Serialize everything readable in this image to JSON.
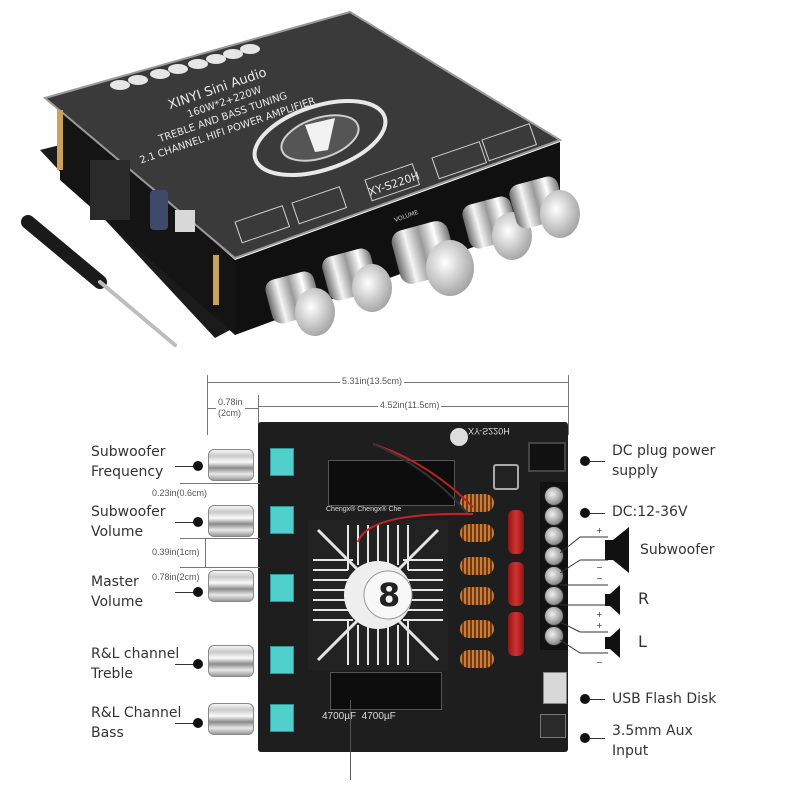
{
  "product": {
    "brand_line": "XINYI Sini Audio",
    "power_line": "160W*2+220W",
    "tuning_line": "TREBLE AND BASS TUNING",
    "channel_line": "2.1 CHANNEL HIFI POWER AMPLIFIER",
    "model": "XY-S220H",
    "knob_label_volume": "VOLUME"
  },
  "dimensions": {
    "overall_width": "5.31in(13.5cm)",
    "board_width": "4.52in(11.5cm)",
    "knob_length": "0.78in\n(2cm)",
    "knob_gap": "0.23in(0.6cm)",
    "knob_spacing": "0.39in(1cm)",
    "knob_length_2": "0.78in(2cm)"
  },
  "left_labels": [
    {
      "line1": "Subwoofer",
      "line2": "Frequency"
    },
    {
      "line1": "Subwoofer",
      "line2": "Volume"
    },
    {
      "line1": "Master",
      "line2": "Volume"
    },
    {
      "line1": "R&L channel",
      "line2": "Treble"
    },
    {
      "line1": "R&L Channel",
      "line2": "Bass"
    }
  ],
  "right_labels": {
    "dc_plug_line1": "DC plug power",
    "dc_plug_line2": "supply",
    "dc_voltage": "DC:12-36V",
    "subwoofer": "Subwoofer",
    "right": "R",
    "left": "L",
    "usb": "USB Flash Disk",
    "aux_line1": "3.5mm Aux",
    "aux_line2": "Input",
    "plus": "+",
    "minus": "−"
  },
  "board_print": {
    "board_model_mirrored": "XY-S220H",
    "capacitor_text": "4700µF  4700µF",
    "capacitor_brand": "Chengx®  Chengx®  Che",
    "fan_logo": "8"
  },
  "colors": {
    "board": "#1e1e1e",
    "pot_teal": "#4fd0cc",
    "label_text": "#333333",
    "copper": "#c87b3a",
    "cap_red": "#c62828"
  }
}
